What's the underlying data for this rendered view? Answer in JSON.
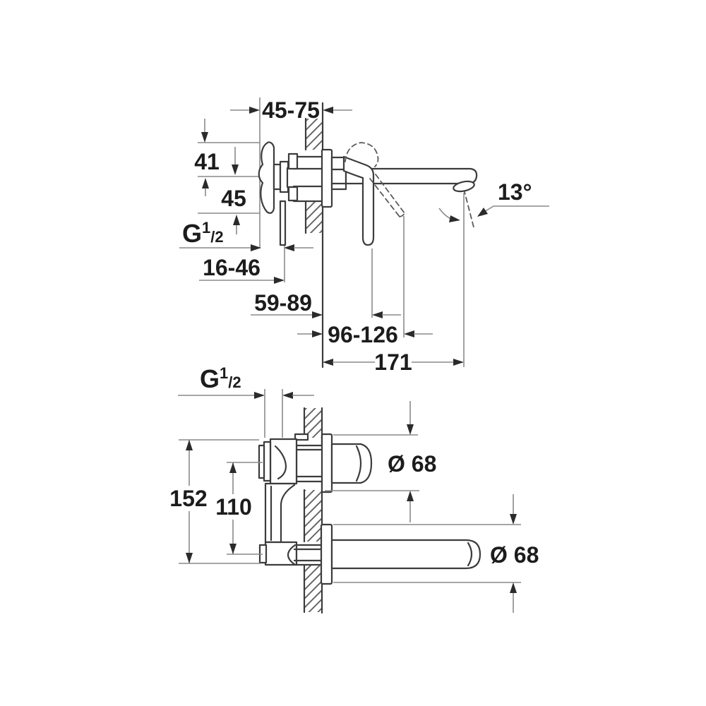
{
  "canvas": {
    "background": "#ffffff",
    "line_color": "#3c3c3c",
    "dim_line_color": "#8a8a8a",
    "arrow_color": "#2b2b2b",
    "text_color": "#1c1c1c"
  },
  "top_view": {
    "depth_range": "45-75",
    "above_center": "41",
    "below_center": "45",
    "thread": {
      "g": "G",
      "sup": "1",
      "den": "/2"
    },
    "inlet_offset": "16-46",
    "lever_reach_min": "59-89",
    "lever_reach_max": "96-126",
    "spout_reach": "171",
    "spout_angle": "13°"
  },
  "bottom_view": {
    "thread": {
      "g": "G",
      "sup": "1",
      "den": "/2"
    },
    "overall_height": "152",
    "center_distance": "110",
    "escutcheon_diameter": "Ø 68",
    "spout_escutcheon_diameter": "Ø 68"
  }
}
